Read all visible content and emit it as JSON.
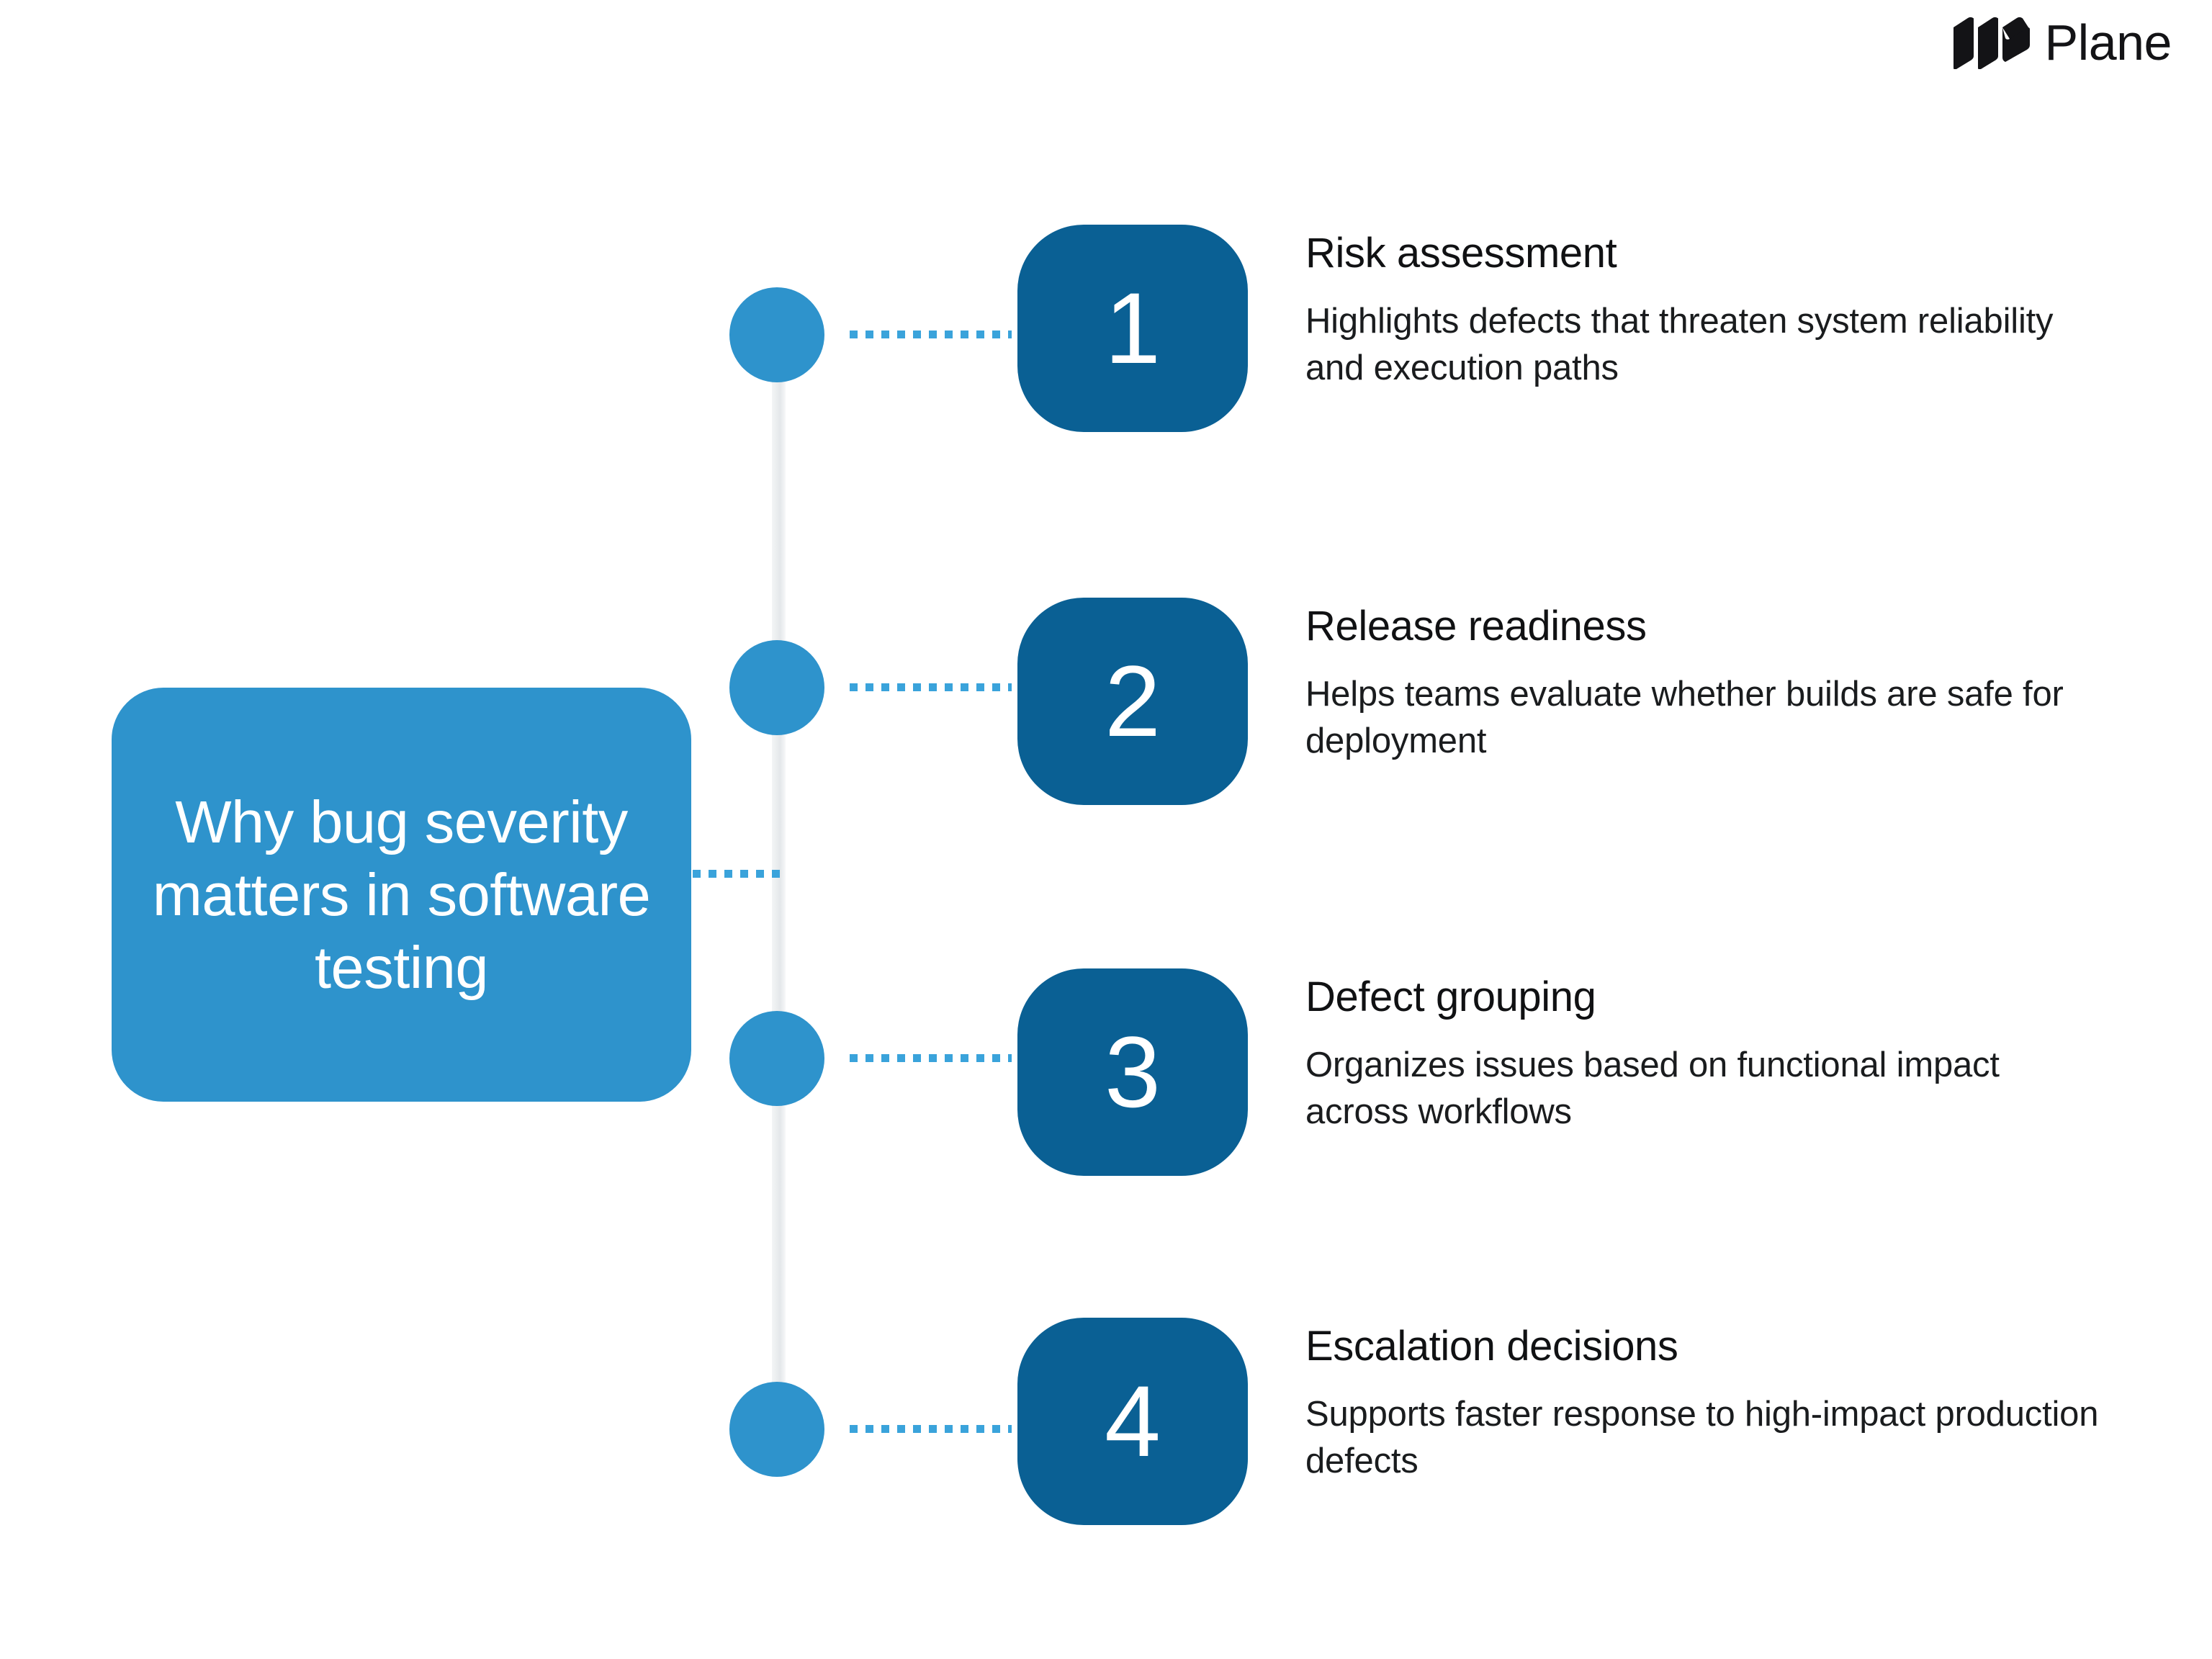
{
  "brand": {
    "name": "Plane",
    "logo_icon": "plane-logo-icon",
    "logo_color": "#131316"
  },
  "title_card": {
    "text": "Why bug severity matters in software testing",
    "background_color": "#2E93CC",
    "text_color": "#FFFFFF"
  },
  "timeline": {
    "rail_color": "#E8EBED",
    "dot_color": "#2E93CC",
    "connector_color": "#3AA3DB",
    "dot_count": 4
  },
  "steps": [
    {
      "number": "1",
      "title": "Risk assessment",
      "description": "Highlights defects that threaten system reliability and execution paths",
      "badge_color": "#0A6094"
    },
    {
      "number": "2",
      "title": "Release readiness",
      "description": "Helps teams evaluate whether builds are safe for deployment",
      "badge_color": "#0A6094"
    },
    {
      "number": "3",
      "title": "Defect grouping",
      "description": "Organizes issues based on functional impact across workflows",
      "badge_color": "#0A6094"
    },
    {
      "number": "4",
      "title": "Escalation decisions",
      "description": "Supports faster response to high-impact production defects",
      "badge_color": "#0A6094"
    }
  ]
}
